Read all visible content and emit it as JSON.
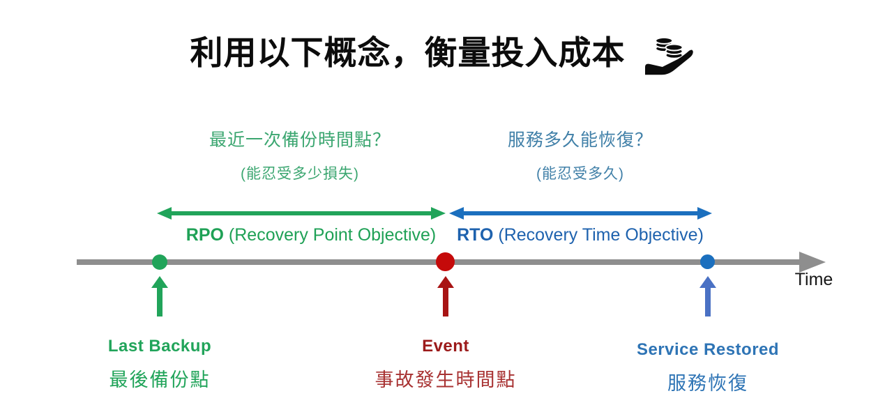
{
  "title": {
    "text": "利用以下概念，衡量投入成本",
    "icon": "coins-in-hand-icon"
  },
  "concepts": {
    "rpo": {
      "question": "最近一次備份時間點？",
      "tolerance": "(能忍受多少損失)",
      "abbr": "RPO",
      "full_name": "(Recovery Point Objective)",
      "color": "#21a45a"
    },
    "rto": {
      "question": "服務多久能恢復？",
      "tolerance": "(能忍受多久)",
      "abbr": "RTO",
      "full_name": "(Recovery Time Objective)",
      "color": "#1b6fbe"
    }
  },
  "timeline": {
    "axis_label": "Time",
    "axis_color": "#8e8e8e",
    "markers": [
      {
        "id": "last-backup",
        "label_en": "Last Backup",
        "label_zh": "最後備份點",
        "dot_color": "#21a45a",
        "arrow_color": "#21a45a"
      },
      {
        "id": "event",
        "label_en": "Event",
        "label_zh": "事故發生時間點",
        "dot_color": "#c50a0a",
        "arrow_color": "#a81414"
      },
      {
        "id": "service-restored",
        "label_en": "Service Restored",
        "label_zh": "服務恢復",
        "dot_color": "#1b6fbe",
        "arrow_color": "#4a71c4"
      }
    ]
  }
}
